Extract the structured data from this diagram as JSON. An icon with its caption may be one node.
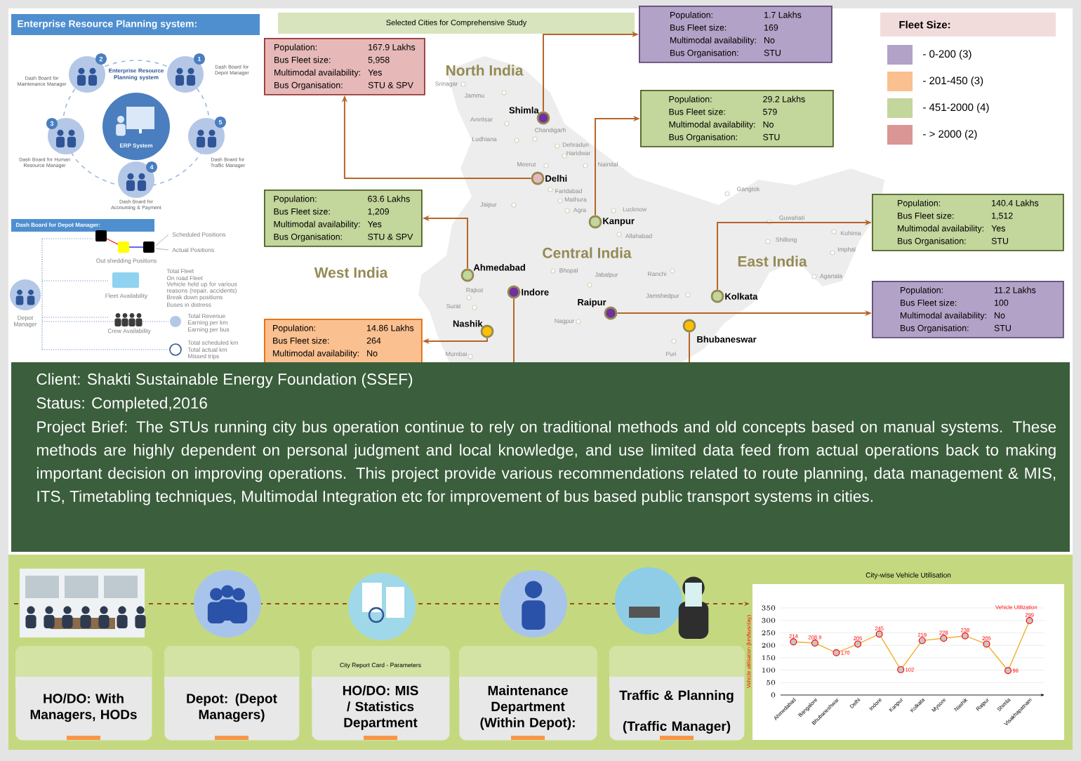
{
  "diagram": {
    "nodes": [
      {
        "text": [
          "Enterprise Resource Planning system",
          "ERP System"
        ]
      },
      {
        "text": [],
        "shape": "circle",
        "beside": [
          "Dash Board for Maintenance Manager"
        ]
      },
      {
        "text": [],
        "shape": "circle",
        "beside": [
          "Dash Board for Depot Manager"
        ]
      },
      {
        "text": [],
        "shape": "circle",
        "beside": [
          "Dash Board for Human Resource Manager"
        ]
      },
      {
        "text": [],
        "shape": "circle",
        "beside": [
          "Dash Board for Traffic Manager"
        ]
      },
      {
        "text": [],
        "shape": "circle",
        "beside": [
          "Dash Board for Accounting & Payment"
        ]
      },
      {
        "text": [
          "Population:",
          "1.7 Lakhs",
          "Bus Fleet size:",
          "169",
          "Multimodal availability:",
          "No",
          "Bus Organisation:",
          "STU"
        ]
      },
      {
        "text": [
          "Population:",
          "167.9 Lakhs",
          "Bus Fleet size:",
          "5,958",
          "Multimodal availability:",
          "Yes",
          "Bus Organisation:",
          "STU & SPV"
        ]
      },
      {
        "text": [
          "Population:",
          "29.2 Lakhs",
          "Bus Fleet size:",
          "579",
          "Multimodal availability:",
          "No",
          "Bus Organisation:",
          "STU"
        ]
      },
      {
        "text": [
          "Population:",
          "63.6 Lakhs",
          "Bus Fleet size:",
          "1,209",
          "Multimodal availability:",
          "Yes",
          "Bus Organisation:",
          "STU & SPV"
        ]
      },
      {
        "text": [
          "Population:",
          "140.4 Lakhs",
          "Bus Fleet size:",
          "1,512",
          "Multimodal availability:",
          "Yes",
          "Bus Organisation:",
          "STU"
        ]
      },
      {
        "text": [
          "Population:",
          "11.2 Lakhs",
          "Bus Fleet size:",
          "100",
          "Multimodal availability:",
          "No",
          "Bus Organisation:",
          "STU"
        ]
      },
      {
        "text": [
          "Population:",
          "14.86 Lakhs",
          "Bus Fleet size:",
          "264",
          "Multimodal availability:",
          "No"
        ]
      },
      {
        "text": [
          "Shimla"
        ]
      },
      {
        "text": [
          "Delhi"
        ]
      },
      {
        "text": [
          "Kanpur"
        ]
      },
      {
        "text": [
          "Ahmedabad"
        ]
      },
      {
        "text": [
          "Indore"
        ]
      },
      {
        "text": [
          "Raipur"
        ]
      },
      {
        "text": [
          "Kolkata"
        ]
      },
      {
        "text": [
          "Nashik"
        ]
      },
      {
        "text": [
          "Bhubaneswar"
        ]
      },
      {
        "text": [
          "HO/DO: With Managers, HODs"
        ]
      },
      {
        "text": [
          "Depot: (Depot Managers)"
        ]
      },
      {
        "text": [
          "City Report Card - Parameters",
          "HO/DO: MIS / Statistics Department"
        ]
      },
      {
        "text": [
          "Maintenance Department (Within Depot):"
        ]
      },
      {
        "text": [
          "Traffic & Planning",
          "(Traffic Manager)"
        ]
      }
    ],
    "edges": [
      {
        "from": 13,
        "to": 6,
        "arrow": "to"
      },
      {
        "from": 14,
        "to": 7,
        "arrow": "to"
      },
      {
        "from": 15,
        "to": 8,
        "arrow": "to"
      },
      {
        "from": 16,
        "to": 9,
        "arrow": "to"
      },
      {
        "from": 19,
        "to": 10,
        "arrow": "to"
      },
      {
        "from": 18,
        "to": 11,
        "arrow": "to"
      },
      {
        "from": 20,
        "to": 12,
        "arrow": "to"
      },
      {
        "from": 17,
        "to": null,
        "arrow": "none"
      },
      {
        "from": 21,
        "to": null,
        "arrow": "none"
      }
    ],
    "labels": [
      "Enterprise Resource Planning system:",
      "2",
      "1",
      "3",
      "5",
      "4",
      "Dash Board for Depot Manager:",
      "Scheduled Positions",
      "Actual Positions",
      "Out shedding Positions",
      "Total Fleet",
      "On road Fleet",
      "Vehicle held up for various reasons (repair, accidents)",
      "Break down positions",
      "Buses in distress",
      "Fleet Availability",
      "Depot Manager",
      "Crew Availability",
      "Total Revenue",
      "Earning per km",
      "Earning per bus",
      "Total scheduled km",
      "Total actual km",
      "Missed trips",
      "Selected Cities for Comprehensive Study",
      "North India",
      "West India",
      "Central India",
      "East India",
      "Srinagar",
      "Jammu",
      "Amritsar",
      "Chandigarh",
      "Ludhiana",
      "Dehradun",
      "Haridwar",
      "Meerut",
      "Nainital",
      "Faridabad",
      "Mathura",
      "Jaipur",
      "Agra",
      "Lucknow",
      "Gangtok",
      "Allahabad",
      "Guwahati",
      "Shillong",
      "Kohima",
      "Imphal",
      "Agartala",
      "Bhopal",
      "Jabalpur",
      "Ranchi",
      "Rajkot",
      "Jamshedpur",
      "Surat",
      "Nagpur",
      "Mumbai",
      "Puri",
      "Fleet Size:",
      "Client: Shakti Sustainable Energy Foundation (SSEF)",
      "Status: Completed,2016",
      "Project Brief: The STUs running city bus operation continue to rely on traditional methods and old concepts based on manual systems. These methods are highly dependent on personal judgment and local knowledge, and use limited data feed from actual operations back to making important decision on improving operations. This project provide various recommendations related to route planning, data management & MIS, ITS, Timetabling techniques, Multimodal Integration etc for improvement of bus based public transport systems in cities."
    ],
    "legend": [
      {
        "text": "- 0-200 (3)",
        "color": "#b3a2c7"
      },
      {
        "text": "- 201-450 (3)",
        "color": "#fac090"
      },
      {
        "text": "- 451-2000 (4)",
        "color": "#c3d69b"
      },
      {
        "text": "- > 2000 (2)",
        "color": "#d99694"
      }
    ],
    "chart_data": {
      "type": "line",
      "title": "City-wise Vehicle Utilisation",
      "ylabel": "Vehicle utilisation (km/bus/day)",
      "categories": [
        "Ahmedabad",
        "Bangalore",
        "Bhubaneshwar",
        "Delhi",
        "Indore",
        "Kanpur",
        "Kolkata",
        "Mysore",
        "Nashik",
        "Raipur",
        "Shimla",
        "Visakhapatnam"
      ],
      "series": [
        {
          "name": "Vehicle Utilization",
          "color": "#f0b030",
          "marker": true,
          "values": [
            214,
            208.9,
            170,
            205,
            245,
            102,
            219,
            228,
            238,
            205,
            98,
            299
          ]
        }
      ],
      "ylim": [
        0,
        350
      ],
      "yticks": [
        0,
        50,
        100,
        150,
        200,
        250,
        300,
        350
      ],
      "data_labels": true,
      "grid": true
    }
  }
}
